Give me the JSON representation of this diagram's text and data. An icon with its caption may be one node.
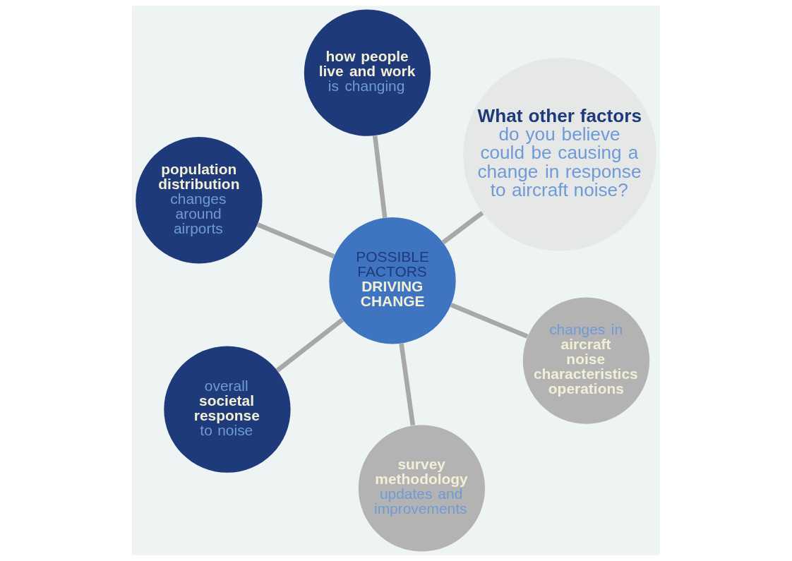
{
  "diagram": {
    "nodes": [
      {
        "text": [
          "population distribution",
          "changes around airports"
        ]
      },
      {
        "text": [
          "changes in",
          "aircraft noise characteristics operations"
        ]
      },
      {
        "text": [
          "survey methodology",
          "updates and improvements"
        ]
      },
      {
        "text": [
          "POSSIBLE FACTORS",
          "DRIVING CHANGE"
        ]
      },
      {
        "text": [
          "**What other factors** do you believe could be causing a change in response to aircraft noise?"
        ]
      },
      {
        "text": [
          "how people live and work",
          "is changing"
        ]
      },
      {
        "text": [
          "overall",
          "societal response",
          "to noise"
        ]
      }
    ],
    "edges": [
      {
        "from": 3,
        "to": 0,
        "arrow": "none"
      },
      {
        "from": 3,
        "to": 1,
        "arrow": "none"
      },
      {
        "from": 3,
        "to": 2,
        "arrow": "none"
      },
      {
        "from": 3,
        "to": 4,
        "arrow": "none"
      },
      {
        "from": 3,
        "to": 5,
        "arrow": "none"
      },
      {
        "from": 3,
        "to": 6,
        "arrow": "none"
      }
    ]
  }
}
